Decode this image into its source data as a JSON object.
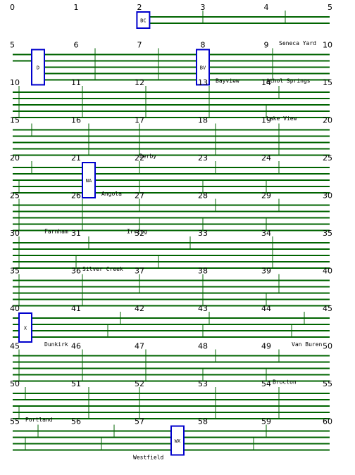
{
  "colors": {
    "track": "#006400",
    "tower": "#0000cc",
    "background": "#ffffff"
  },
  "rows": [
    {
      "mileposts": [
        "0",
        "1",
        "2",
        "3",
        "4",
        "5"
      ],
      "tracks": [
        {
          "from": 1.96,
          "to": 5
        },
        {
          "from": 1.96,
          "to": 5
        }
      ],
      "ticks": [
        {
          "m": 3.0,
          "t1": 0,
          "t2": 1
        },
        {
          "m": 4.3,
          "t1": 0,
          "t2": 1
        }
      ],
      "towers": [
        {
          "label": "BC",
          "m": 1.96,
          "t1": 0,
          "t2": 1
        }
      ],
      "stations": [
        {
          "name": "Seneca Yard",
          "m": 4.2
        }
      ]
    },
    {
      "mileposts": [
        "5",
        "6",
        "7",
        "8",
        "9",
        "10"
      ],
      "tracks": [
        {
          "from": 5,
          "to": 10
        },
        {
          "from": 5,
          "to": 10
        },
        {
          "from": 5.3,
          "to": 10
        },
        {
          "from": 5.3,
          "to": 10
        },
        {
          "from": 5.3,
          "to": 10
        }
      ],
      "ticks": [
        {
          "m": 6.3,
          "t1": 0,
          "t2": 4
        },
        {
          "m": 7.3,
          "t1": 0,
          "t2": 4
        },
        {
          "m": 9.1,
          "t1": 0,
          "t2": 4
        }
      ],
      "towers": [
        {
          "label": "D",
          "m": 5.3,
          "t1": 0,
          "t2": 4
        },
        {
          "label": "BV",
          "m": 7.9,
          "t1": 0,
          "t2": 4
        }
      ],
      "stations": [
        {
          "name": "Bayview",
          "m": 8.2
        },
        {
          "name": "Athol Springs",
          "m": 9.0
        }
      ]
    },
    {
      "mileposts": [
        "10",
        "11",
        "12",
        "13",
        "14",
        "15"
      ],
      "tracks": [
        {
          "from": 10,
          "to": 15
        },
        {
          "from": 10,
          "to": 15
        },
        {
          "from": 10,
          "to": 15
        },
        {
          "from": 10,
          "to": 15
        },
        {
          "from": 10,
          "to": 15
        }
      ],
      "ticks": [
        {
          "m": 10.1,
          "t1": 0,
          "t2": 4
        },
        {
          "m": 11.1,
          "t1": 0,
          "t2": 4
        },
        {
          "m": 12.1,
          "t1": 0,
          "t2": 4
        },
        {
          "m": 13.1,
          "t1": 0,
          "t2": 4
        },
        {
          "m": 14.2,
          "t1": 0,
          "t2": 1
        },
        {
          "m": 14.0,
          "t1": 3,
          "t2": 4
        }
      ],
      "towers": [],
      "stations": [
        {
          "name": "Lake View",
          "m": 14.0
        }
      ]
    },
    {
      "mileposts": [
        "15",
        "16",
        "17",
        "18",
        "19",
        "20"
      ],
      "tracks": [
        {
          "from": 15,
          "to": 20
        },
        {
          "from": 15,
          "to": 20
        },
        {
          "from": 15,
          "to": 20
        },
        {
          "from": 15,
          "to": 20
        },
        {
          "from": 15,
          "to": 20
        }
      ],
      "ticks": [
        {
          "m": 15.3,
          "t1": 0,
          "t2": 1
        },
        {
          "m": 16.2,
          "t1": 0,
          "t2": 4
        },
        {
          "m": 17.0,
          "t1": 0,
          "t2": 4
        },
        {
          "m": 18.2,
          "t1": 0,
          "t2": 4
        },
        {
          "m": 19.2,
          "t1": 0,
          "t2": 4
        }
      ],
      "towers": [],
      "stations": [
        {
          "name": "Derby",
          "m": 17.0
        }
      ]
    },
    {
      "mileposts": [
        "20",
        "21",
        "22",
        "23",
        "24",
        "25"
      ],
      "tracks": [
        {
          "from": 20,
          "to": 25
        },
        {
          "from": 20,
          "to": 25
        },
        {
          "from": 20,
          "to": 25
        },
        {
          "from": 20,
          "to": 25
        },
        {
          "from": 20,
          "to": 25
        }
      ],
      "ticks": [
        {
          "m": 20.3,
          "t1": 0,
          "t2": 1
        },
        {
          "m": 22.0,
          "t1": 0,
          "t2": 1
        },
        {
          "m": 23.2,
          "t1": 0,
          "t2": 1
        },
        {
          "m": 24.2,
          "t1": 0,
          "t2": 1
        },
        {
          "m": 20.1,
          "t1": 3,
          "t2": 4
        },
        {
          "m": 22.0,
          "t1": 3,
          "t2": 4
        },
        {
          "m": 23.0,
          "t1": 3,
          "t2": 4
        },
        {
          "m": 24.0,
          "t1": 3,
          "t2": 4
        }
      ],
      "towers": [
        {
          "label": "NA",
          "m": 21.1,
          "t1": 0,
          "t2": 4
        }
      ],
      "stations": [
        {
          "name": "Angola",
          "m": 21.4
        }
      ]
    },
    {
      "mileposts": [
        "25",
        "26",
        "27",
        "28",
        "29",
        "30"
      ],
      "tracks": [
        {
          "from": 25,
          "to": 30
        },
        {
          "from": 25,
          "to": 30
        },
        {
          "from": 25,
          "to": 30
        },
        {
          "from": 25,
          "to": 30
        },
        {
          "from": 25,
          "to": 30
        }
      ],
      "ticks": [
        {
          "m": 25.1,
          "t1": 0,
          "t2": 4
        },
        {
          "m": 26.1,
          "t1": 0,
          "t2": 4
        },
        {
          "m": 27.0,
          "t1": 0,
          "t2": 1
        },
        {
          "m": 28.2,
          "t1": 0,
          "t2": 1
        },
        {
          "m": 29.2,
          "t1": 0,
          "t2": 1
        },
        {
          "m": 27.0,
          "t1": 3,
          "t2": 4
        },
        {
          "m": 28.0,
          "t1": 3,
          "t2": 4
        },
        {
          "m": 29.0,
          "t1": 3,
          "t2": 4
        }
      ],
      "towers": [],
      "stations": [
        {
          "name": "Farnham",
          "m": 25.5
        },
        {
          "name": "Irving",
          "m": 26.8
        }
      ]
    },
    {
      "mileposts": [
        "30",
        "31",
        "32",
        "33",
        "34",
        "35"
      ],
      "tracks": [
        {
          "from": 30,
          "to": 35
        },
        {
          "from": 30,
          "to": 35
        },
        {
          "from": 30,
          "to": 35
        },
        {
          "from": 30,
          "to": 35
        },
        {
          "from": 30,
          "to": 35
        }
      ],
      "ticks": [
        {
          "m": 30.1,
          "t1": 0,
          "t2": 4
        },
        {
          "m": 31.2,
          "t1": 0,
          "t2": 1
        },
        {
          "m": 32.8,
          "t1": 0,
          "t2": 1
        },
        {
          "m": 34.1,
          "t1": 0,
          "t2": 4
        },
        {
          "m": 31.0,
          "t1": 3,
          "t2": 4
        },
        {
          "m": 32.3,
          "t1": 3,
          "t2": 4
        }
      ],
      "towers": [],
      "stations": [
        {
          "name": "Silver Creek",
          "m": 31.1
        }
      ]
    },
    {
      "mileposts": [
        "35",
        "36",
        "37",
        "38",
        "39",
        "40"
      ],
      "tracks": [
        {
          "from": 35,
          "to": 40
        },
        {
          "from": 35,
          "to": 40
        },
        {
          "from": 35,
          "to": 40
        },
        {
          "from": 35,
          "to": 40
        },
        {
          "from": 35,
          "to": 40
        }
      ],
      "ticks": [
        {
          "m": 35.1,
          "t1": 0,
          "t2": 4
        },
        {
          "m": 36.1,
          "t1": 0,
          "t2": 4
        },
        {
          "m": 37.0,
          "t1": 0,
          "t2": 2
        },
        {
          "m": 38.0,
          "t1": 0,
          "t2": 4
        },
        {
          "m": 39.2,
          "t1": 0,
          "t2": 2
        },
        {
          "m": 39.0,
          "t1": 3,
          "t2": 4
        }
      ],
      "towers": [],
      "stations": []
    },
    {
      "mileposts": [
        "40",
        "41",
        "42",
        "43",
        "44",
        "45"
      ],
      "tracks": [
        {
          "from": 40,
          "to": 45
        },
        {
          "from": 40,
          "to": 45
        },
        {
          "from": 40,
          "to": 45
        },
        {
          "from": 40,
          "to": 45
        }
      ],
      "ticks": [
        {
          "m": 41.7,
          "t1": 0,
          "t2": 1
        },
        {
          "m": 43.1,
          "t1": 0,
          "t2": 1
        },
        {
          "m": 44.6,
          "t1": 0,
          "t2": 1
        },
        {
          "m": 41.5,
          "t1": 2,
          "t2": 3
        },
        {
          "m": 43.0,
          "t1": 2,
          "t2": 3
        },
        {
          "m": 44.4,
          "t1": 2,
          "t2": 3
        }
      ],
      "towers": [
        {
          "label": "X",
          "m": 40.1,
          "t1": 0,
          "t2": 3
        }
      ],
      "stations": [
        {
          "name": "Dunkirk",
          "m": 40.5
        },
        {
          "name": "Van Buren",
          "m": 44.4
        }
      ]
    },
    {
      "mileposts": [
        "45",
        "46",
        "47",
        "48",
        "49",
        "50"
      ],
      "tracks": [
        {
          "from": 45,
          "to": 50
        },
        {
          "from": 45,
          "to": 50
        },
        {
          "from": 45,
          "to": 50
        },
        {
          "from": 45,
          "to": 50
        },
        {
          "from": 45,
          "to": 50
        }
      ],
      "ticks": [
        {
          "m": 45.1,
          "t1": 0,
          "t2": 4
        },
        {
          "m": 46.1,
          "t1": 0,
          "t2": 4
        },
        {
          "m": 47.1,
          "t1": 0,
          "t2": 4
        },
        {
          "m": 48.2,
          "t1": 0,
          "t2": 1
        },
        {
          "m": 49.2,
          "t1": 0,
          "t2": 1
        },
        {
          "m": 48.0,
          "t1": 3,
          "t2": 4
        },
        {
          "m": 49.0,
          "t1": 3,
          "t2": 4
        }
      ],
      "towers": [],
      "stations": [
        {
          "name": "Brocton",
          "m": 49.1
        }
      ]
    },
    {
      "mileposts": [
        "50",
        "51",
        "52",
        "53",
        "54",
        "55"
      ],
      "tracks": [
        {
          "from": 50,
          "to": 55
        },
        {
          "from": 50,
          "to": 55
        },
        {
          "from": 50,
          "to": 55
        },
        {
          "from": 50,
          "to": 55
        },
        {
          "from": 50,
          "to": 55
        }
      ],
      "ticks": [
        {
          "m": 50.2,
          "t1": 0,
          "t2": 1
        },
        {
          "m": 51.2,
          "t1": 0,
          "t2": 4
        },
        {
          "m": 52.0,
          "t1": 0,
          "t2": 4
        },
        {
          "m": 53.2,
          "t1": 0,
          "t2": 4
        },
        {
          "m": 54.2,
          "t1": 0,
          "t2": 4
        },
        {
          "m": 50.1,
          "t1": 3,
          "t2": 4
        }
      ],
      "towers": [],
      "stations": [
        {
          "name": "Portland",
          "m": 50.2
        }
      ]
    },
    {
      "mileposts": [
        "55",
        "56",
        "57",
        "58",
        "59",
        "60"
      ],
      "tracks": [
        {
          "from": 55,
          "to": 60
        },
        {
          "from": 55,
          "to": 60
        },
        {
          "from": 55,
          "to": 60
        },
        {
          "from": 55,
          "to": 60
        }
      ],
      "ticks": [
        {
          "m": 55.4,
          "t1": 0,
          "t2": 1
        },
        {
          "m": 56.6,
          "t1": 0,
          "t2": 1
        },
        {
          "m": 59.0,
          "t1": 0,
          "t2": 1
        },
        {
          "m": 55.2,
          "t1": 2,
          "t2": 3
        },
        {
          "m": 56.4,
          "t1": 2,
          "t2": 3
        },
        {
          "m": 58.8,
          "t1": 2,
          "t2": 3
        }
      ],
      "towers": [
        {
          "label": "WX",
          "m": 57.5,
          "t1": 0,
          "t2": 3
        }
      ],
      "stations": [
        {
          "name": "Westfield",
          "m": 56.9
        }
      ]
    }
  ]
}
